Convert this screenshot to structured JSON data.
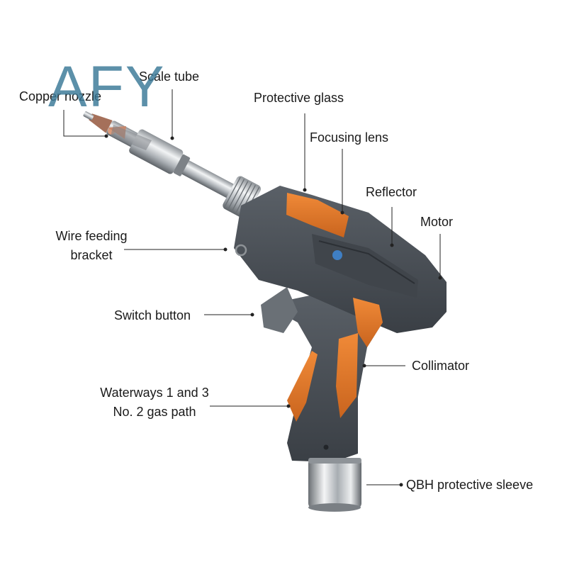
{
  "watermark": "AFY",
  "labels": {
    "copper_nozzle": "Copper nozzle",
    "scale_tube": "Scale tube",
    "protective_glass": "Protective glass",
    "focusing_lens": "Focusing lens",
    "reflector": "Reflector",
    "motor": "Motor",
    "wire_feeding_line1": "Wire feeding",
    "wire_feeding_line2": "bracket",
    "switch_button": "Switch button",
    "collimator": "Collimator",
    "waterways_line1": "Waterways 1 and 3",
    "waterways_line2": "No. 2 gas path",
    "qbh_sleeve": "QBH protective sleeve"
  },
  "colors": {
    "body_gray": "#4a4f55",
    "body_dark": "#33373c",
    "accent_orange": "#e07a2c",
    "metal": "#c9cdd1",
    "copper": "#d99a7a",
    "watermark": "#3878a0"
  }
}
